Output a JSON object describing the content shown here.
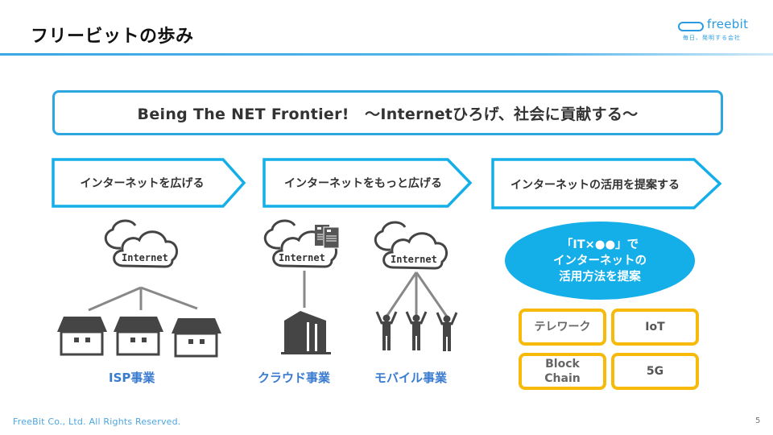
{
  "header": {
    "title": "フリービットの歩み",
    "logo": {
      "wordmark": "freebit",
      "tagline": "毎日、発明する会社"
    }
  },
  "motto": "Being The NET Frontier!　～Internetひろげ、社会に貢献する～",
  "stages": [
    {
      "label": "インターネットを広げる"
    },
    {
      "label": "インターネットをもっと広げる"
    },
    {
      "label": "インターネットの活用を提案する"
    }
  ],
  "businesses": [
    {
      "cloud_label": "Internet",
      "label": "ISP事業",
      "icon": "house-icon"
    },
    {
      "cloud_label": "Internet",
      "label": "クラウド事業",
      "icon": "datacenter-building-icon"
    },
    {
      "cloud_label": "Internet",
      "label": "モバイル事業",
      "icon": "person-icon"
    }
  ],
  "proposal": {
    "lines": [
      "「IT×●●」で",
      "インターネットの",
      "活用方法を提案"
    ]
  },
  "tech_items": [
    {
      "lines": [
        "テレワーク"
      ]
    },
    {
      "lines": [
        "IoT"
      ]
    },
    {
      "lines": [
        "Block",
        "Chain"
      ]
    },
    {
      "lines": [
        "5G"
      ]
    }
  ],
  "colors": {
    "accent_blue": "#2ea7e0",
    "ellipse_blue": "#14aee8",
    "business_label_blue": "#3a7bd0",
    "tech_border_yellow": "#f7b90a",
    "icon_gray": "#4a4a4a"
  },
  "footer": {
    "copyright": "FreeBit Co., Ltd. All Rights Reserved.",
    "page_number": "5"
  }
}
